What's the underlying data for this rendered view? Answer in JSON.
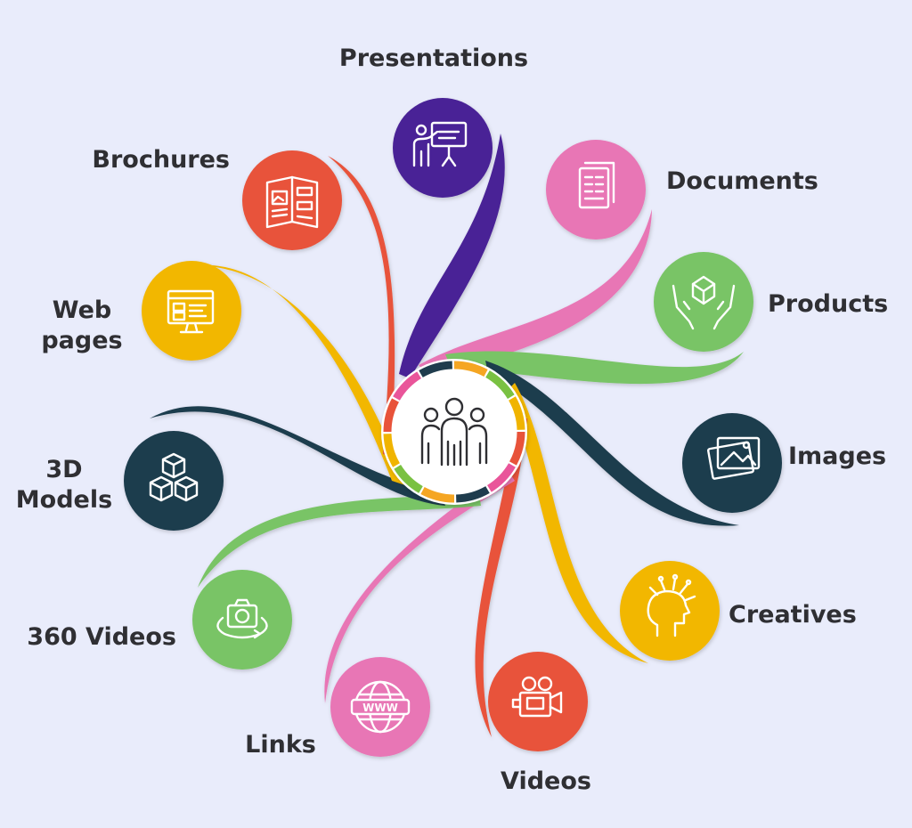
{
  "diagram": {
    "hub": {
      "icon": "team-icon",
      "ring_colors": [
        "#f5a623",
        "#7ac142",
        "#f0b400",
        "#e8533a",
        "#e9559a",
        "#1f3c4d"
      ]
    },
    "items": [
      {
        "id": "presentations",
        "label": "Presentations",
        "icon": "presentation-board-icon",
        "color": "#4a2396"
      },
      {
        "id": "documents",
        "label": "Documents",
        "icon": "document-icon",
        "color": "#e876b5"
      },
      {
        "id": "products",
        "label": "Products",
        "icon": "product-box-hands-icon",
        "color": "#79c466"
      },
      {
        "id": "images",
        "label": "Images",
        "icon": "images-icon",
        "color": "#1f3c4d"
      },
      {
        "id": "creatives",
        "label": "Creatives",
        "icon": "creative-head-icon",
        "color": "#f2b705"
      },
      {
        "id": "videos",
        "label": "Videos",
        "icon": "video-camera-icon",
        "color": "#e8533a"
      },
      {
        "id": "links",
        "label": "Links",
        "icon": "globe-www-icon",
        "color": "#e876b5"
      },
      {
        "id": "videos360",
        "label": "360 Videos",
        "icon": "camera-360-icon",
        "color": "#79c466"
      },
      {
        "id": "models3d",
        "label": "3D\nModels",
        "icon": "cubes-icon",
        "color": "#1f3c4d"
      },
      {
        "id": "webpages",
        "label": "Web\npages",
        "icon": "web-page-monitor-icon",
        "color": "#f2b705"
      },
      {
        "id": "brochures",
        "label": "Brochures",
        "icon": "brochure-icon",
        "color": "#e8533a"
      }
    ]
  }
}
